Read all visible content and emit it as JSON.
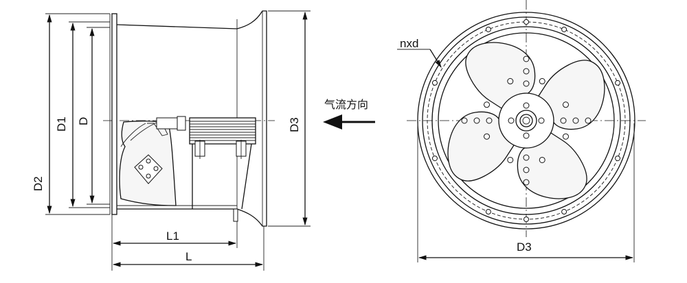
{
  "labels": {
    "d1": "D1",
    "d": "D",
    "d2": "D2",
    "d3_side": "D3",
    "d3_front": "D3",
    "l1": "L1",
    "l": "L",
    "nxd": "nxd",
    "airflow": "气流方向"
  }
}
